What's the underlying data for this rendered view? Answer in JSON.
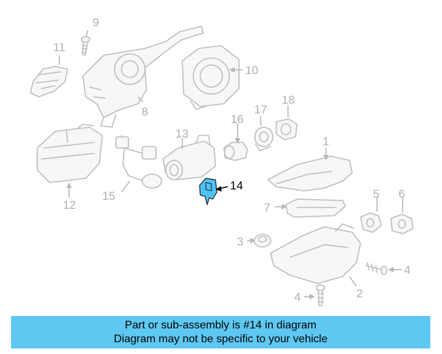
{
  "callouts": {
    "c1": "1",
    "c2": "2",
    "c3": "3",
    "c4a": "4",
    "c4b": "4",
    "c5": "5",
    "c6": "6",
    "c7": "7",
    "c8": "8",
    "c9": "9",
    "c10": "10",
    "c11": "11",
    "c12": "12",
    "c13": "13",
    "c14": "14",
    "c15": "15",
    "c16": "16",
    "c17": "17",
    "c18": "18"
  },
  "highlight": {
    "part": "14",
    "color": "#4fc3f7"
  },
  "banner": {
    "line1": "Part or sub-assembly is #14 in diagram",
    "line2": "Diagram may not be specific to your vehicle",
    "color": "#5ec8f2"
  }
}
